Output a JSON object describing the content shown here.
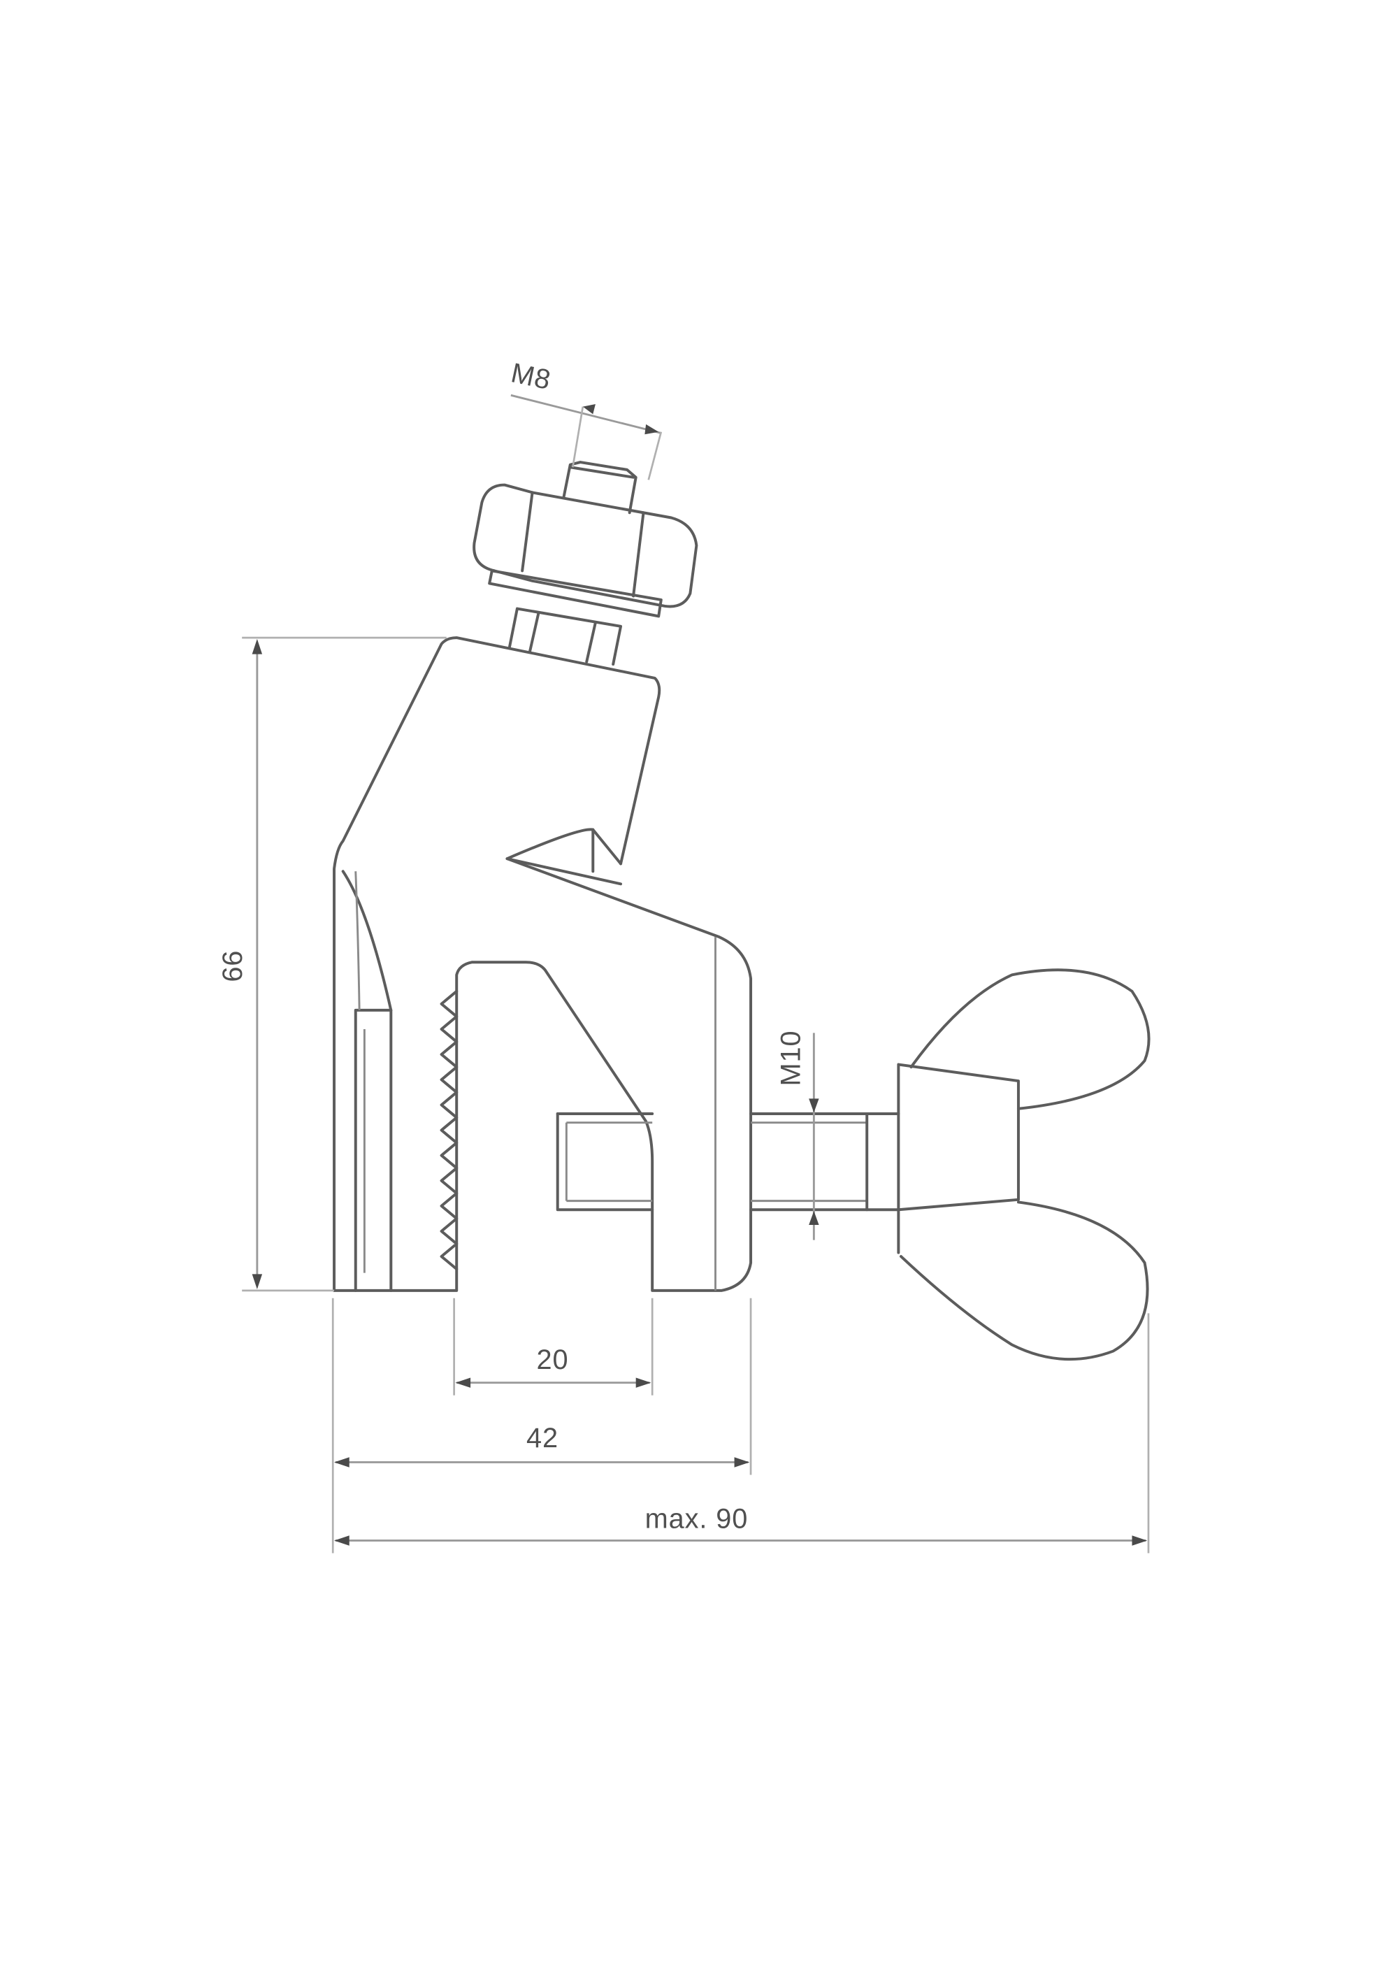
{
  "drawing": {
    "subject": "beam clamp with M8 stud, hex nut and M10 wing screw",
    "line_color": "#5c5c5c",
    "dimension_color": "#9a9a9a",
    "background": "#ffffff"
  },
  "dimensions": {
    "thread_top": "M8",
    "height": "66",
    "thread_screw": "M10",
    "jaw_opening": "20",
    "body_width": "42",
    "overall_width": "max. 90"
  }
}
